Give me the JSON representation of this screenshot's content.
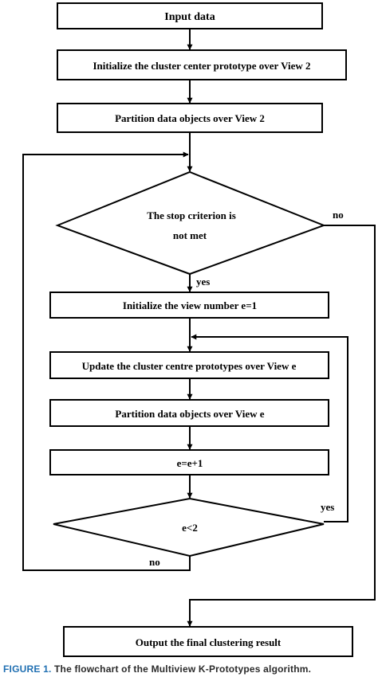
{
  "flowchart": {
    "input": "Input data",
    "init_prototype": "Initialize the cluster center prototype over View 2",
    "partition_view2": "Partition data objects over View 2",
    "stop_criterion_line1": "The stop criterion is",
    "stop_criterion_line2": "not met",
    "init_view": "Initialize the view number e=1",
    "update_prototypes": "Update the cluster centre prototypes over View e",
    "partition_view_e": "Partition data objects over View e",
    "increment": "e=e+1",
    "condition": "e<2",
    "output": "Output the final clustering result",
    "label_yes": "yes",
    "label_no": "no"
  },
  "caption": {
    "figure_label": "FIGURE 1.",
    "text": "The flowchart of the Multiview K-Prototypes algorithm."
  }
}
